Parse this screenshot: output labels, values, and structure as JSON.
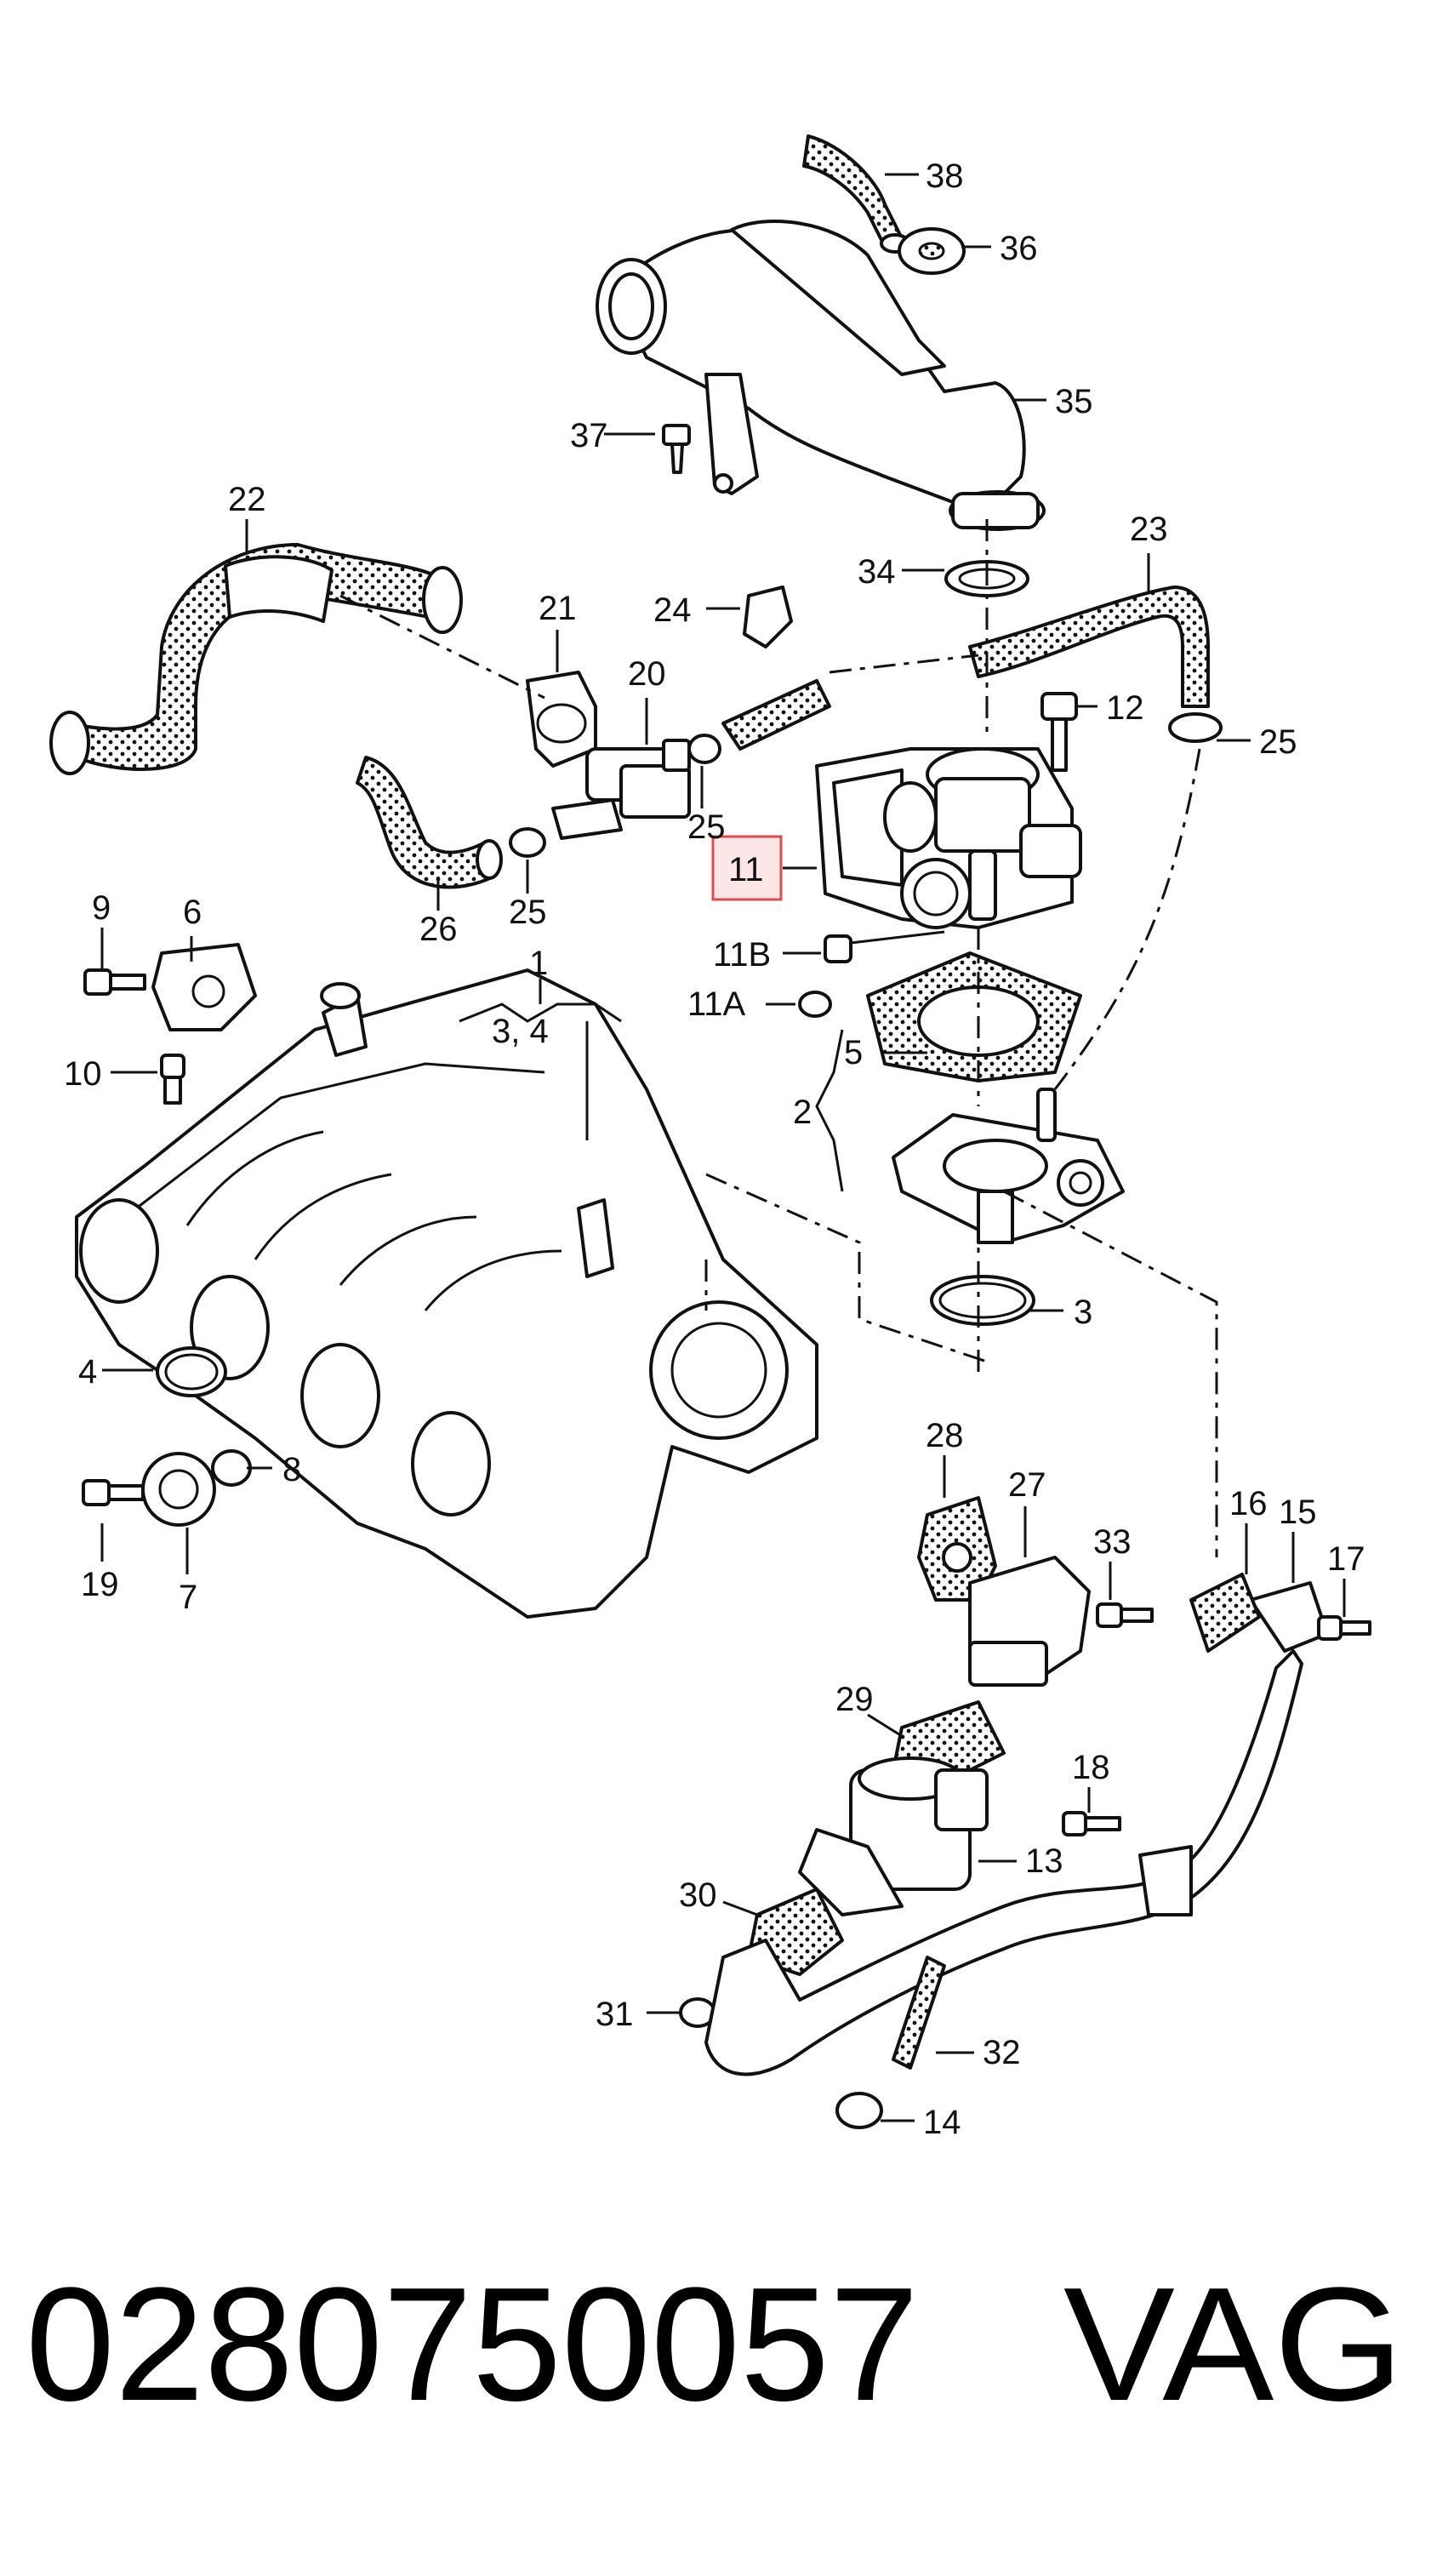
{
  "callouts": {
    "c1": "1",
    "c2": "2",
    "c3": "3",
    "c3_4": "3,  4",
    "c4": "4",
    "c5": "5",
    "c6": "6",
    "c7": "7",
    "c8": "8",
    "c9": "9",
    "c10": "10",
    "c11": "11",
    "c11a": "11A",
    "c11b": "11B",
    "c12": "12",
    "c13": "13",
    "c14": "14",
    "c15": "15",
    "c16": "16",
    "c17": "17",
    "c18": "18",
    "c19": "19",
    "c20": "20",
    "c21": "21",
    "c22": "22",
    "c23": "23",
    "c24": "24",
    "c25a": "25",
    "c25b": "25",
    "c25c": "25",
    "c26": "26",
    "c27": "27",
    "c28": "28",
    "c29": "29",
    "c30": "30",
    "c31": "31",
    "c32": "32",
    "c33": "33",
    "c34": "34",
    "c35": "35",
    "c36": "36",
    "c37": "37",
    "c38": "38"
  },
  "highlight": {
    "part": "11",
    "color": "#e04a4a"
  },
  "footer": {
    "part_number": "0280750057",
    "brand": "VAG"
  }
}
